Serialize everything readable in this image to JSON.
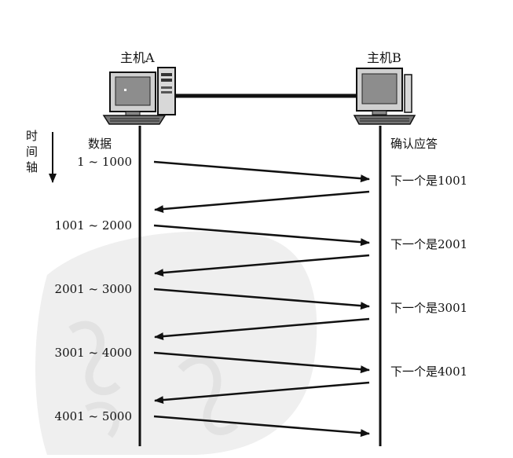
{
  "hosts": {
    "a": "主机A",
    "b": "主机B"
  },
  "time_axis_label": [
    "时",
    "间",
    "轴"
  ],
  "column_headers": {
    "data": "数据",
    "ack": "确认应答"
  },
  "segments": [
    {
      "data": "1 ~ 1000",
      "ack": "下一个是1001"
    },
    {
      "data": "1001 ~ 2000",
      "ack": "下一个是2001"
    },
    {
      "data": "2001 ~ 3000",
      "ack": "下一个是3001"
    },
    {
      "data": "3001 ~ 4000",
      "ack": "下一个是4001"
    },
    {
      "data": "4001 ~ 5000",
      "ack": ""
    }
  ],
  "colors": {
    "line": "#111111",
    "monitor_body": "#cfcfcf",
    "screen": "#8d8d8d",
    "watermark": "#ededed"
  }
}
